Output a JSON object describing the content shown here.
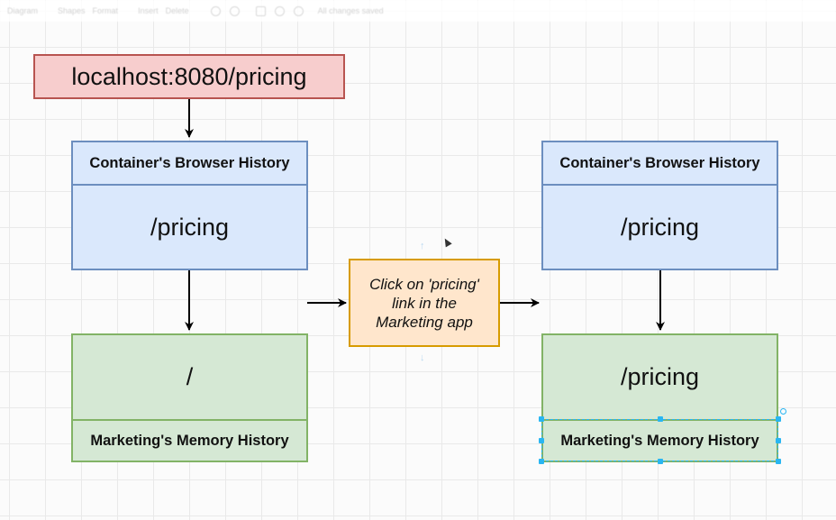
{
  "toolbar": {
    "items": [
      "Diagram",
      "Shapes",
      "Format",
      "Insert",
      "Delete"
    ],
    "status": "All changes saved"
  },
  "diagram": {
    "url": "localhost:8080/pricing",
    "left": {
      "browser_label": "Container's Browser History",
      "browser_value": "/pricing",
      "memory_value": "/",
      "memory_label": "Marketing's Memory History"
    },
    "action": "Click on 'pricing' link in the Marketing app",
    "right": {
      "browser_label": "Container's Browser History",
      "browser_value": "/pricing",
      "memory_value": "/pricing",
      "memory_label": "Marketing's Memory History"
    }
  },
  "colors": {
    "url_fill": "#f7cdcd",
    "url_stroke": "#b85450",
    "browser_fill": "#dae8fc",
    "browser_stroke": "#6c8ebf",
    "memory_fill": "#d5e8d4",
    "memory_stroke": "#82b366",
    "action_fill": "#ffe6cc",
    "action_stroke": "#d79b00",
    "selection": "#29b6f2"
  }
}
